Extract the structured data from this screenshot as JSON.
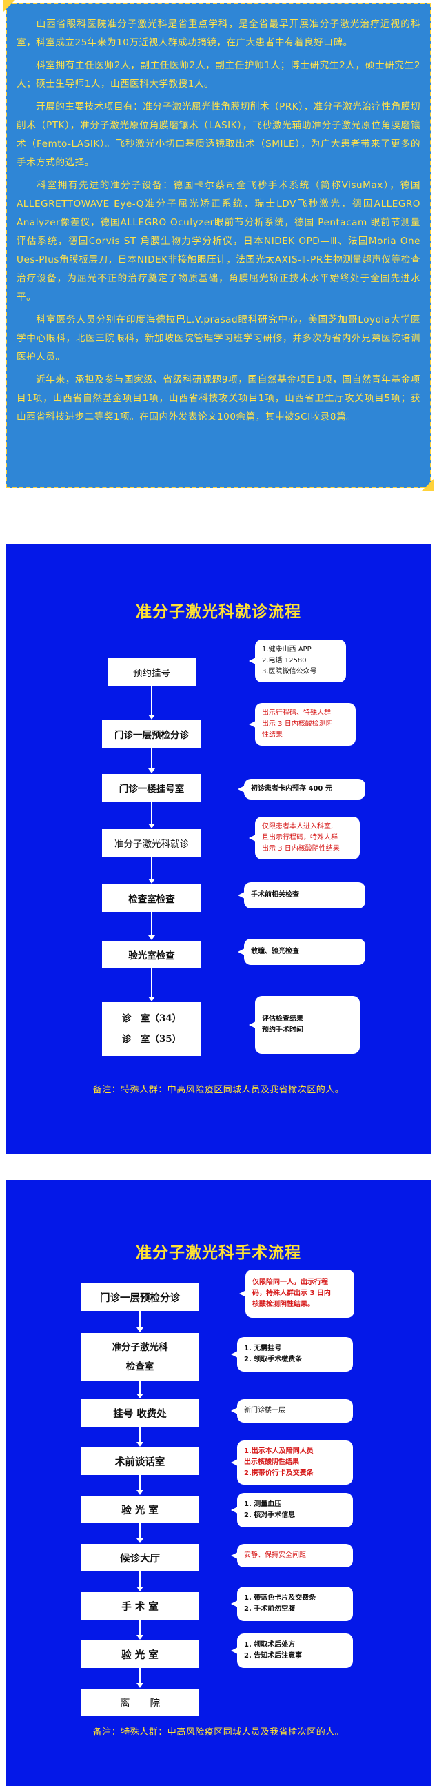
{
  "intro": {
    "paragraphs": [
      "山西省眼科医院准分子激光科是省重点学科，是全省最早开展准分子激光治疗近视的科室，科室成立25年来为10万近视人群成功摘镜，在广大患者中有着良好口碑。",
      "科室拥有主任医师2人，副主任医师2人，副主任护师1人；博士研究生2人，硕士研究生2人；硕士生导师1人，山西医科大学教授1人。",
      "开展的主要技术项目有：准分子激光屈光性角膜切削术（PRK），准分子激光治疗性角膜切削术（PTK），准分子激光原位角膜磨镶术（LASIK），飞秒激光辅助准分子激光原位角膜磨镶术（Femto-LASIK）。飞秒激光小切口基质透镜取出术（SMILE），为广大患者带来了更多的手术方式的选择。",
      "科室拥有先进的准分子设备：德国卡尔蔡司全飞秒手术系统（简称VisuMax），德国 ALLEGRETTOWAVE Eye-Q准分子屈光矫正系统，瑞士LDV飞秒激光，德国ALLEGRO Analyzer像差仪，德国ALLEGRO Oculyzer眼前节分析系统，德国 Pentacam 眼前节测量评估系统，德国Corvis ST 角膜生物力学分析仪，日本NIDEK OPD—Ⅲ、法国Moria One Ues-Plus角膜板层刀，日本NIDEK非接触眼压计，法国光太AXIS-Ⅱ-PR生物测量超声仪等检查治疗设备，为屈光不正的治疗奠定了物质基础，角膜屈光矫正技术水平始终处于全国先进水平。",
      "科室医务人员分别在印度海德拉巴L.V.prasad眼科研究中心，美国芝加哥Loyola大学医学中心眼科，北医三院眼科，新加坡医院管理学习班学习研修，并多次为省内外兄弟医院培训医护人员。",
      "近年来，承担及参与国家级、省级科研课题9项，国自然基金项目1项，国自然青年基金项目1项，山西省自然基金项目1项，山西省科技攻关项目1项，山西省卫生厅攻关项目5项；获山西省科技进步二等奖1项。在国内外发表论文100余篇，其中被SCI收录8篇。"
    ]
  },
  "flow1": {
    "title": "准分子激光科就诊流程",
    "steps": [
      "预约挂号",
      "门诊一层预检分诊",
      "门诊一楼挂号室",
      "准分子激光科就诊",
      "检查室检查",
      "验光室检查",
      "诊　室（34）",
      "诊　室（35）"
    ],
    "notes": [
      [
        "1.健康山西 APP",
        "2.电话 12580",
        "3.医院微信公众号"
      ],
      [
        "出示行程码、特殊人群",
        "出示 3 日内核酸检测阴",
        "性结果"
      ],
      [
        "初诊患者卡内预存 400 元"
      ],
      [
        "仅限患者本人进入科室,",
        "且出示行程码，特殊人群",
        "出示 3 日内核酸阴性结果"
      ],
      [
        "手术前相关检查"
      ],
      [
        "散瞳、验光检查"
      ],
      [
        "评估检查结果",
        "预约手术时间"
      ]
    ],
    "footnote": "备注：特殊人群：中高风险疫区同城人员及我省榆次区的人。"
  },
  "flow2": {
    "title": "准分子激光科手术流程",
    "steps": [
      "门诊一层预检分诊",
      "准分子激光科",
      "检查室",
      "挂号 收费处",
      "术前谈话室",
      "验 光 室",
      "候诊大厅",
      "手 术 室",
      "验 光 室",
      "离　　院"
    ],
    "notes": [
      [
        "仅限陪同一人，出示行程",
        "码，特殊人群出示 3 日内",
        "核酸检测阴性结果。"
      ],
      [
        "1. 无需挂号",
        "2. 领取手术缴费条"
      ],
      [
        "新门诊楼一层"
      ],
      [
        "1.出示本人及陪同人员",
        "出示核酸阴性结果",
        "2.携带价行卡及交费条"
      ],
      [
        "1. 测量血压",
        "2. 核对手术信息"
      ],
      [
        "安静、保持安全间距"
      ],
      [
        "1. 带蓝色卡片及交费条",
        "2. 手术前勿空腹"
      ],
      [
        "1. 领取术后处方",
        "2. 告知术后注意事"
      ]
    ],
    "footnote": "备注：特殊人群：中高风险疫区同城人员及我省榆次区的人。"
  },
  "colors": {
    "panel_blue": "#0418e8",
    "intro_blue": "#2f86d6",
    "intro_text": "#ffe24a",
    "title_yellow": "#ffe233",
    "note_red": "#d61818"
  }
}
